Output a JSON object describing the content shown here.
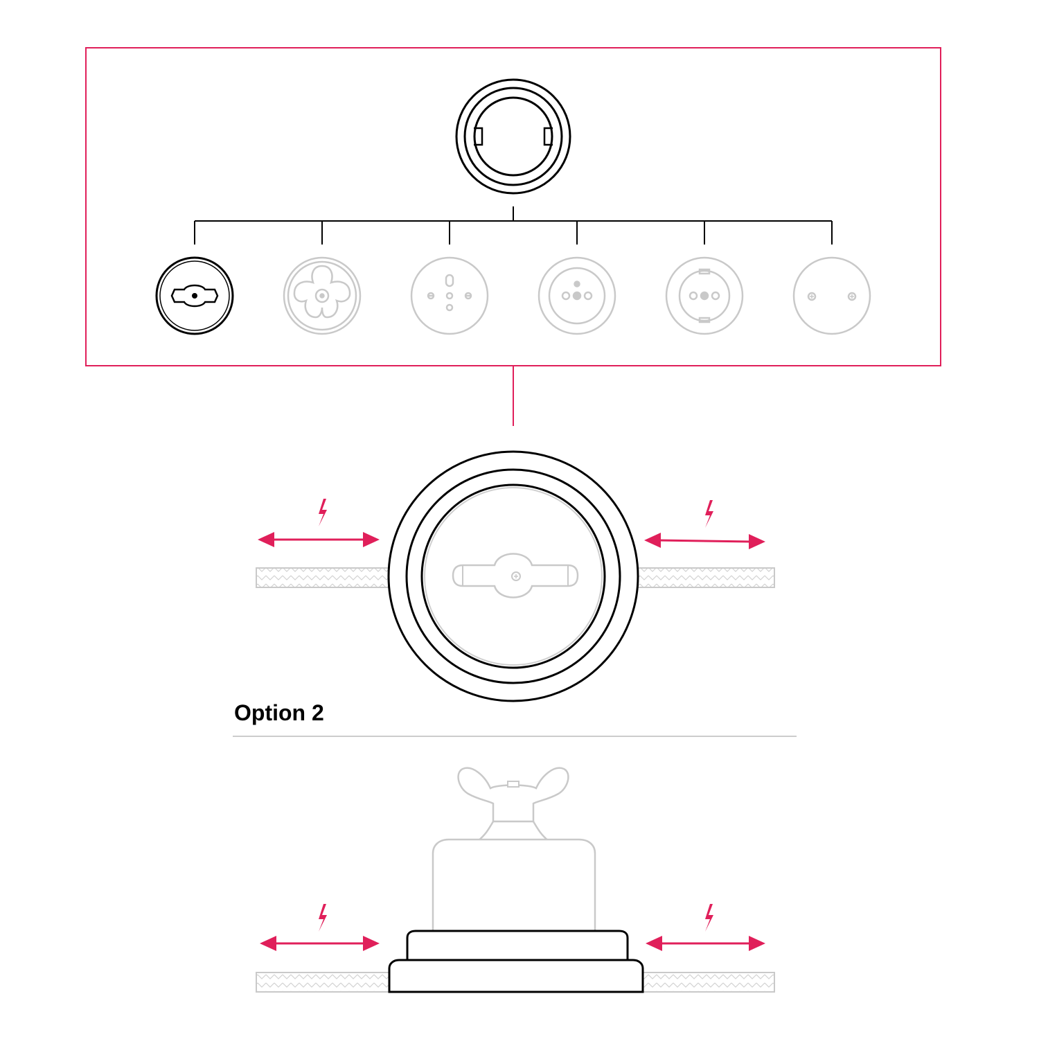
{
  "option_label": "Option 2",
  "colors": {
    "accent": "#e01f5a",
    "outline": "#000000",
    "muted": "#cccccc"
  },
  "variants": [
    {
      "name": "turn-switch",
      "selected": true
    },
    {
      "name": "star-knob",
      "selected": false
    },
    {
      "name": "italian-socket",
      "selected": false
    },
    {
      "name": "french-socket",
      "selected": false
    },
    {
      "name": "schuko-socket",
      "selected": false
    },
    {
      "name": "blank-plate",
      "selected": false
    }
  ]
}
